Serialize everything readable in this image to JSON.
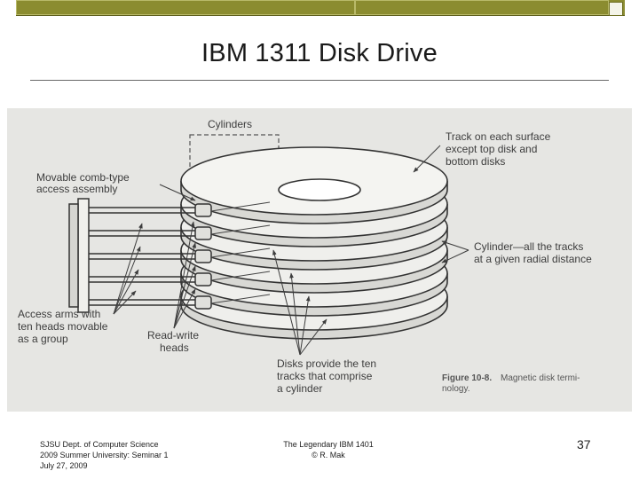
{
  "slide": {
    "title": "IBM 1311 Disk Drive",
    "page_number": "37"
  },
  "footer": {
    "left_lines": [
      "SJSU Dept. of Computer Science",
      "2009 Summer University: Seminar 1",
      "July 27, 2009"
    ],
    "center_lines": [
      "The Legendary IBM 1401",
      "© R. Mak"
    ]
  },
  "figure": {
    "labels": {
      "cylinders": "Cylinders",
      "comb": [
        "Movable comb-type",
        "access assembly"
      ],
      "track": [
        "Track on each surface",
        "except top disk and",
        "bottom disks"
      ],
      "cylinder_def": [
        "Cylinder—all the tracks",
        "at a given radial distance"
      ],
      "access_arms": [
        "Access arms with",
        "ten heads movable",
        "as a group"
      ],
      "read_write": [
        "Read-write",
        "heads"
      ],
      "disks": [
        "Disks provide the ten",
        "tracks that comprise",
        "a cylinder"
      ]
    },
    "caption": {
      "figure_id": "Figure 10-8.",
      "lines": [
        "Magnetic  disk  termi-",
        "nology."
      ]
    }
  },
  "colors": {
    "accent_bar": "#8b8c30",
    "figure_bg": "#e6e6e3",
    "ink": "#3d3d3d"
  }
}
